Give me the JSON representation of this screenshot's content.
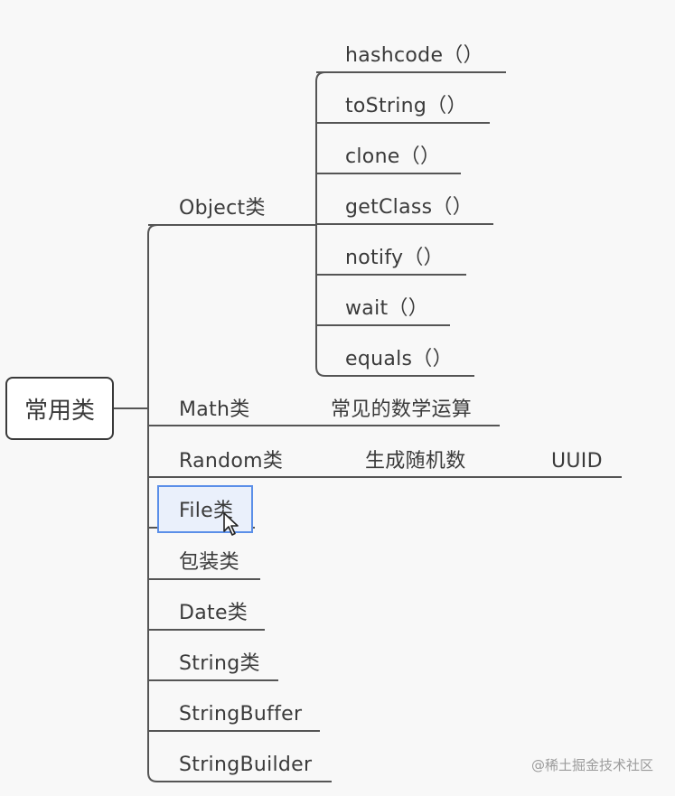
{
  "root": {
    "label": "常用类"
  },
  "branches": [
    {
      "label": "Object类"
    },
    {
      "label": "Math类",
      "child": "常见的数学运算"
    },
    {
      "label": "Random类",
      "child": "生成随机数",
      "grandchild": "UUID"
    },
    {
      "label": "File类",
      "selected": true
    },
    {
      "label": "包装类"
    },
    {
      "label": "Date类"
    },
    {
      "label": "String类"
    },
    {
      "label": "StringBuffer"
    },
    {
      "label": "StringBuilder"
    }
  ],
  "object_methods": [
    "hashcode（）",
    "toString（）",
    "clone（）",
    "getClass（）",
    "notify（）",
    "wait（）",
    "equals（）"
  ],
  "watermark": "@稀土掘金技术社区",
  "colors": {
    "line": "#555555",
    "selection": "#5b8fe8",
    "text": "#3a3a3a"
  },
  "cursor_icon": "arrow-cursor-icon"
}
